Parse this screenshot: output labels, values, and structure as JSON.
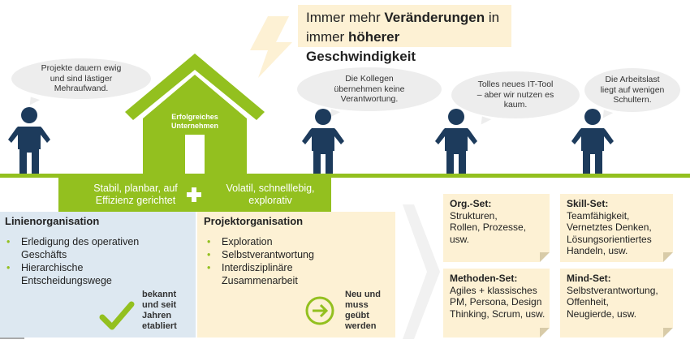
{
  "headline": {
    "line1_prefix": "Immer mehr ",
    "line1_bold": "Veränderungen",
    "line1_suffix": " in",
    "line2_prefix": "immer ",
    "line2_bold": "höherer Geschwindigkeit"
  },
  "bubbles": [
    {
      "text": "Projekte dauern ewig und sind lästiger Mehraufwand."
    },
    {
      "text": "Die Kollegen übernehmen keine Verantwortung."
    },
    {
      "text": "Tolles neues IT-Tool – aber wir nutzen es kaum."
    },
    {
      "text": "Die Arbeitslast liegt auf wenigen Schultern."
    }
  ],
  "house": {
    "label": "Erfolgreiches Unternehmen"
  },
  "green_bar": {
    "left": "Stabil, planbar, auf Effizienz gerichtet",
    "right": "Volatil, schnelllebig, explorativ"
  },
  "linienorganisation": {
    "title": "Linienorganisation",
    "items": [
      "Erledigung des operativen Geschäfts",
      "Hierarchische Entscheidungswege"
    ],
    "note": "bekannt und seit Jahren etabliert"
  },
  "projektorganisation": {
    "title": "Projektorganisation",
    "items": [
      "Exploration",
      "Selbstverantwortung",
      "Interdisziplinäre Zusammenarbeit"
    ],
    "note": "Neu und muss geübt werden"
  },
  "cards": [
    {
      "title": "Org.-Set:",
      "body": "Strukturen, Rollen, Prozesse, usw."
    },
    {
      "title": "Skill-Set:",
      "body": "Teamfähigkeit, Vernetztes Denken, Lösungsorientiertes Handeln, usw."
    },
    {
      "title": "Methoden-Set:",
      "body": "Agiles + klassisches PM, Persona, Design Thinking, Scrum, usw."
    },
    {
      "title": "Mind-Set:",
      "body": "Selbstverantwortung, Offenheit, Neugierde, usw."
    }
  ],
  "colors": {
    "green": "#93c01f",
    "navy": "#1d3b5c",
    "yellow_panel": "#fdf1d4",
    "blue_panel": "#dde8f1",
    "bubble": "#ededed"
  }
}
